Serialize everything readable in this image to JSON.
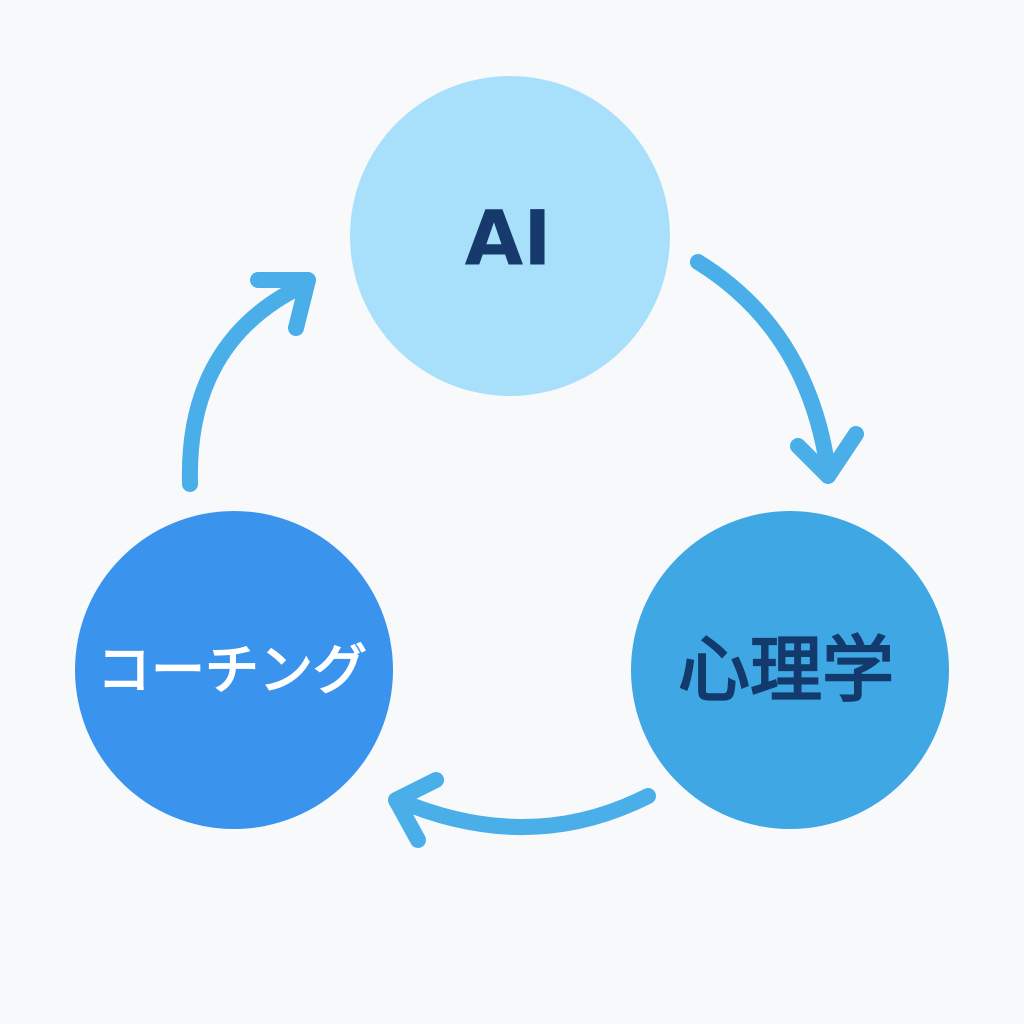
{
  "nodes": [
    {
      "id": "ai",
      "label": "AI",
      "fill": "#a8e0fb",
      "text_color": "#163a6b"
    },
    {
      "id": "psychology",
      "label": "心理学",
      "fill": "#3ea7e4",
      "text_color": "#123a6c"
    },
    {
      "id": "coaching",
      "label": "コーチング",
      "fill": "#3a93ec",
      "text_color": "#ffffff"
    }
  ],
  "arrows": [
    {
      "from": "ai",
      "to": "psychology",
      "color": "#4aaee8"
    },
    {
      "from": "psychology",
      "to": "coaching",
      "color": "#4aaee8"
    },
    {
      "from": "coaching",
      "to": "ai",
      "color": "#4aaee8"
    }
  ]
}
